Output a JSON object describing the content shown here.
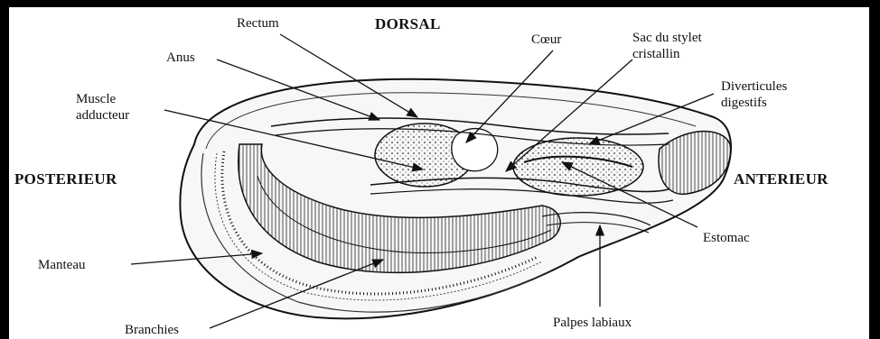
{
  "labels": {
    "rectum": "Rectum",
    "dorsal": "DORSAL",
    "coeur": "Cœur",
    "sac_line1": "Sac du stylet",
    "sac_line2": "cristallin",
    "anus": "Anus",
    "diverticules_line1": "Diverticules",
    "diverticules_line2": "digestifs",
    "muscle_line1": "Muscle",
    "muscle_line2": "adducteur",
    "posterieur": "POSTERIEUR",
    "anterieur": "ANTERIEUR",
    "estomac": "Estomac",
    "manteau": "Manteau",
    "branchies": "Branchies",
    "palpes": "Palpes labiaux"
  },
  "colors": {
    "background": "#000000",
    "paper": "#ffffff",
    "ink": "#111111"
  }
}
